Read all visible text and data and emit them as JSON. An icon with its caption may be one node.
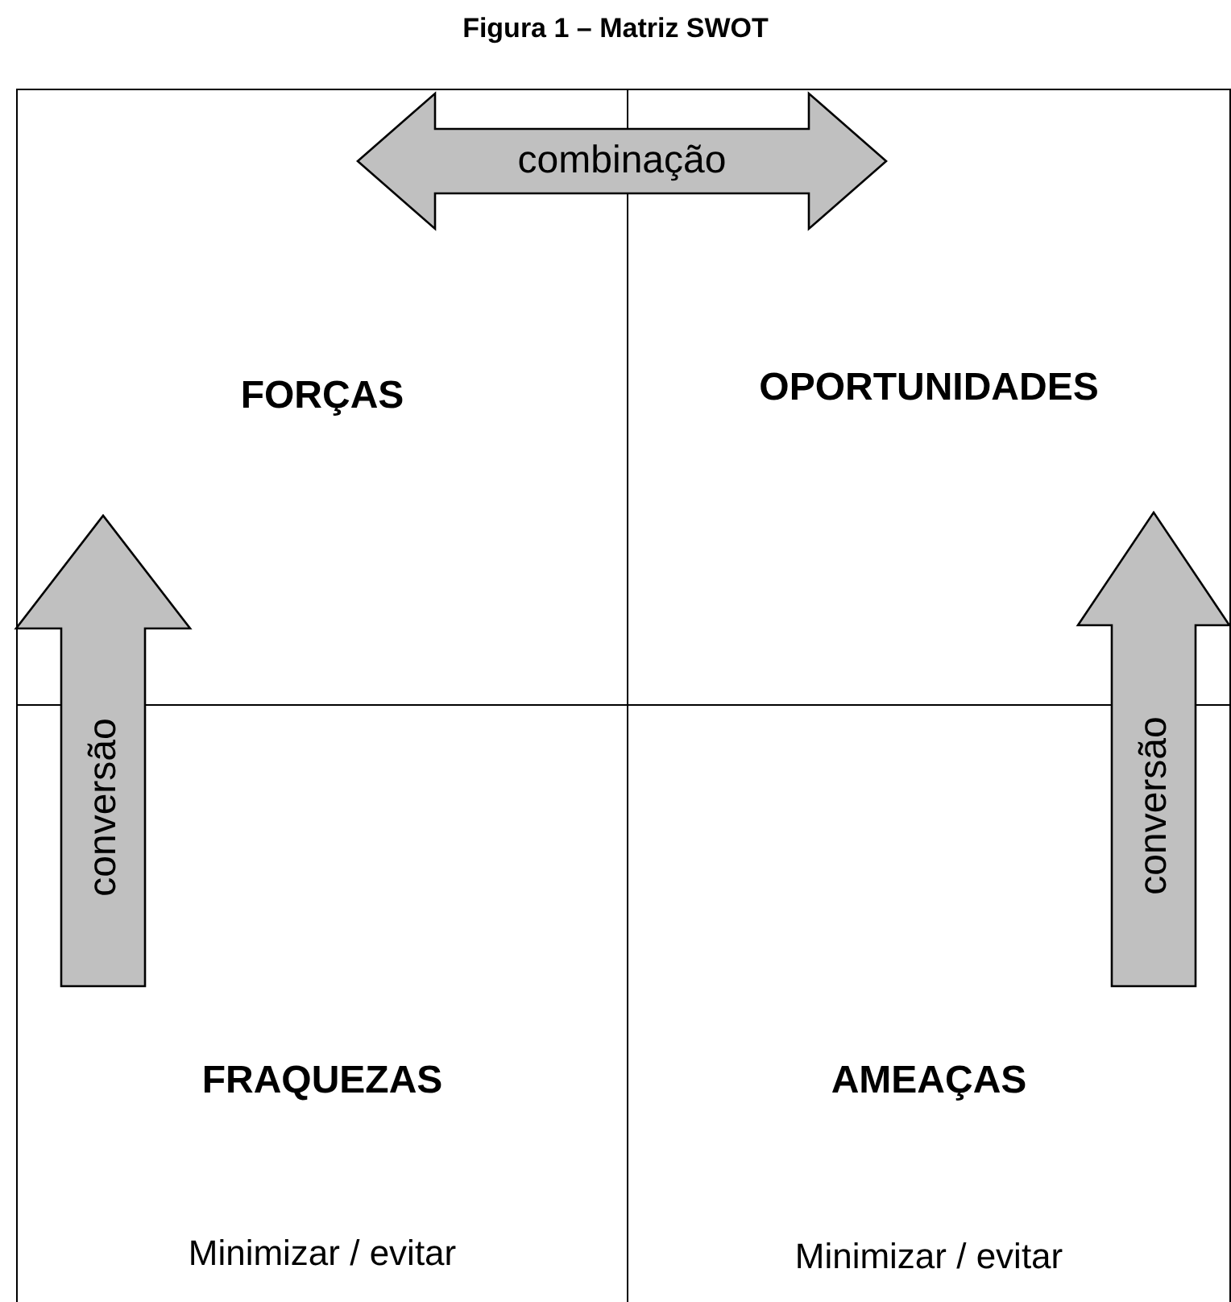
{
  "diagram": {
    "title": "Figura 1 – Matriz SWOT",
    "nodes": [
      {
        "text": [
          "FORÇAS"
        ]
      },
      {
        "text": [
          "OPORTUNIDADES"
        ]
      },
      {
        "text": [
          "FRAQUEZAS",
          "Minimizar / evitar"
        ]
      },
      {
        "text": [
          "AMEAÇAS",
          "Minimizar / evitar"
        ]
      }
    ],
    "edges": [
      {
        "from": 0,
        "to": 1,
        "arrow": "both",
        "label": "combinação"
      },
      {
        "from": 2,
        "to": 0,
        "arrow": "to",
        "label": "conversão"
      },
      {
        "from": 3,
        "to": 1,
        "arrow": "to",
        "label": "conversão"
      }
    ]
  }
}
